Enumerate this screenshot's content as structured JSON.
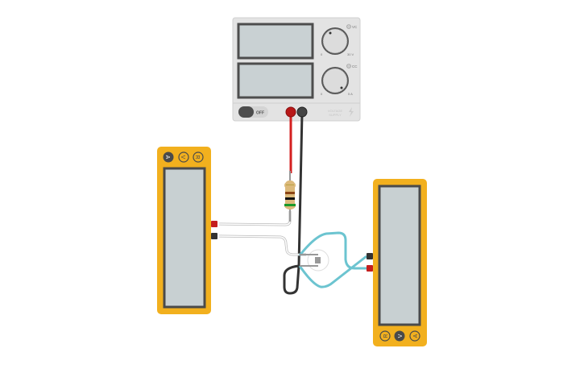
{
  "power_supply": {
    "voltage_mode": "VC",
    "current_mode": "CC",
    "voltage_min": "0",
    "voltage_max": "30 V",
    "current_min": "0",
    "current_max": "5 A",
    "switch_label": "OFF",
    "brand_line1": "VOLTAGE",
    "brand_line2": "SUPPLY"
  },
  "multimeter_left": {
    "buttons": [
      "A",
      "V",
      "R"
    ],
    "selected": "A"
  },
  "multimeter_right": {
    "buttons": [
      "R",
      "V",
      "A"
    ],
    "selected": "V"
  },
  "colors": {
    "meter_body": "#f2b01e",
    "red_wire": "#d42020",
    "black_wire": "#333333",
    "cyan_wire": "#6cc4d0"
  }
}
